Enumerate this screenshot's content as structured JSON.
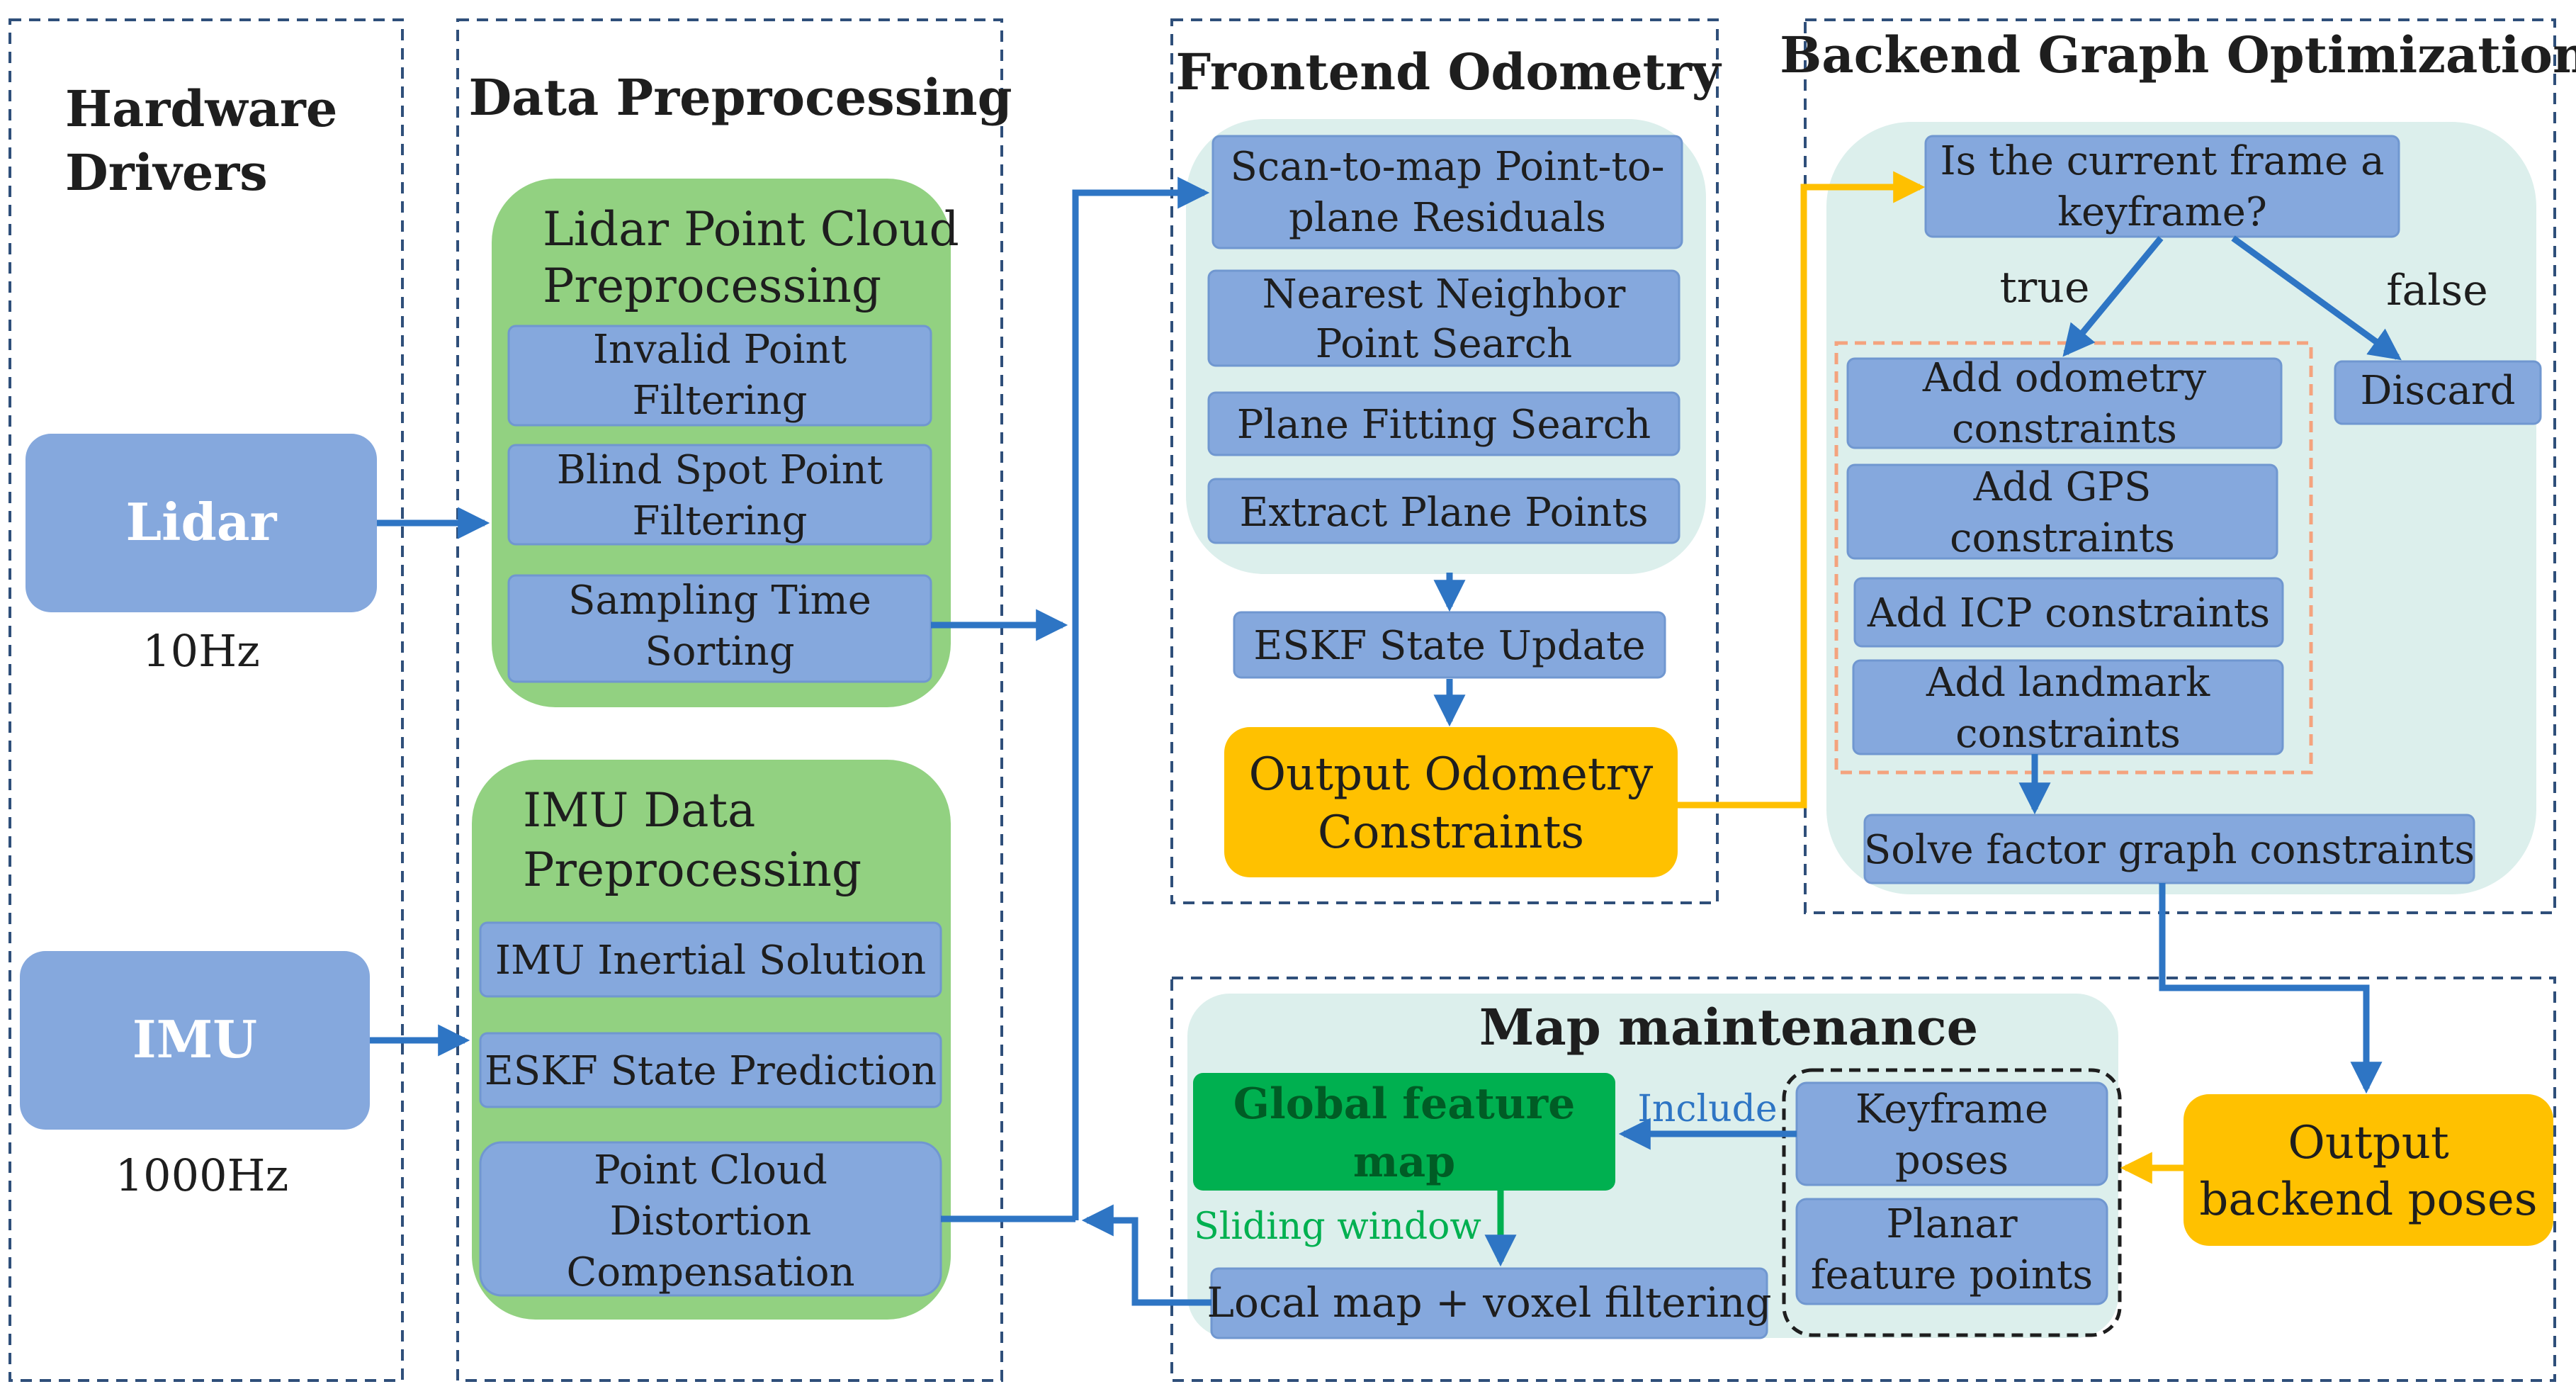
{
  "colors": {
    "blue_box": "#85a8dd",
    "blue_box_stroke": "#7097d0",
    "green_panel": "#92d181",
    "teal_panel": "#dcefec",
    "orange_box": "#ffc100",
    "dark_green_box": "#00b050",
    "dark_green_text": "#005c25",
    "arrow_blue": "#2e75c4",
    "arrow_orange": "#ffc000",
    "frame_dash": "#2f4f7a",
    "orange_dash": "#f4a37e",
    "text": "#1e1e1e",
    "white": "#ffffff",
    "include_text": "#2e75c4",
    "sliding_text": "#00b050"
  },
  "hardware": {
    "title_line1": "Hardware",
    "title_line2": "Drivers",
    "lidar": "Lidar",
    "lidar_rate": "10Hz",
    "imu": "IMU",
    "imu_rate": "1000Hz"
  },
  "preprocessing": {
    "title": "Data Preprocessing",
    "lidar_panel_line1": "Lidar Point Cloud",
    "lidar_panel_line2": "Preprocessing",
    "invalid_line1": "Invalid Point",
    "invalid_line2": "Filtering",
    "blind_line1": "Blind Spot Point",
    "blind_line2": "Filtering",
    "sampling_line1": "Sampling Time",
    "sampling_line2": "Sorting",
    "imu_panel_line1": "IMU Data",
    "imu_panel_line2": "Preprocessing",
    "inertial": "IMU Inertial Solution",
    "eskf_pred": "ESKF State Prediction",
    "distortion_line1": "Point Cloud",
    "distortion_line2": "Distortion",
    "distortion_line3": "Compensation"
  },
  "frontend": {
    "title": "Frontend Odometry",
    "scan_line1": "Scan-to-map Point-to-",
    "scan_line2": "plane Residuals",
    "nn_line1": "Nearest Neighbor",
    "nn_line2": "Point Search",
    "plane_fit": "Plane Fitting Search",
    "extract": "Extract Plane Points",
    "eskf_update": "ESKF State Update",
    "output_line1": "Output Odometry",
    "output_line2": "Constraints"
  },
  "backend": {
    "title": "Backend Graph Optimization",
    "question_line1": "Is the current frame a",
    "question_line2": "keyframe?",
    "true_label": "true",
    "false_label": "false",
    "discard": "Discard",
    "odom_line1": "Add odometry",
    "odom_line2": "constraints",
    "gps_line1": "Add GPS",
    "gps_line2": "constraints",
    "icp": "Add ICP constraints",
    "landmark_line1": "Add landmark",
    "landmark_line2": "constraints",
    "solve": "Solve factor graph constraints"
  },
  "map": {
    "title": "Map maintenance",
    "global_line1": "Global feature",
    "global_line2": "map",
    "include": "Include",
    "sliding": "Sliding window",
    "local": "Local map + voxel filtering",
    "keyframe_line1": "Keyframe",
    "keyframe_line2": "poses",
    "planar_line1": "Planar",
    "planar_line2": "feature points",
    "output_line1": "Output",
    "output_line2": "backend poses"
  }
}
